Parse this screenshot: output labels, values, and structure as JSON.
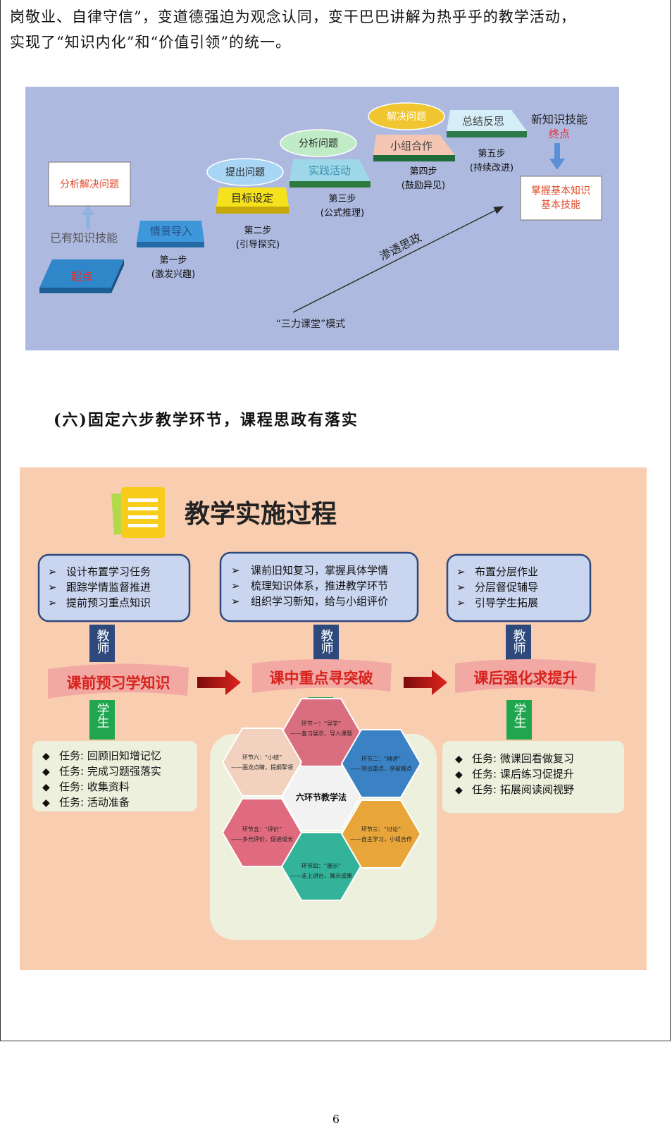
{
  "intro": {
    "line1": "岗敬业、自律守信”，变道德强迫为观念认同，变干巴巴讲解为热乎乎的教学活动，",
    "line2": "实现了“知识内化”和“价值引领”的统一。"
  },
  "model": {
    "start_label": "起点",
    "existing_knowledge": "已有知识技能",
    "analyze_solve": "分析解决问题",
    "step1_box": "情景导入",
    "step1_title": "第一步",
    "step1_sub": "(激发兴趣)",
    "step2_bubble": "提出问题",
    "step2_box": "目标设定",
    "step2_title": "第二步",
    "step2_sub": "(引导探究)",
    "step3_bubble": "分析问题",
    "step3_box": "实践活动",
    "step3_title": "第三步",
    "step3_sub": "(公式推理)",
    "step4_bubble": "解决问题",
    "step4_box": "小组合作",
    "step4_title": "第四步",
    "step4_sub": "(鼓励异见)",
    "step5_box": "总结反思",
    "step5_title": "第五步",
    "step5_sub": "(持续改进)",
    "new_skills": "新知识技能",
    "end_label": "终点",
    "master_line1": "掌握基本知识",
    "master_line2": "基本技能",
    "ideology": "渗透思政",
    "mode_name": "“三力课堂”模式"
  },
  "section_heading": "(六)固定六步教学环节，课程思政有落实",
  "process": {
    "title": "教学实施过程",
    "teacher_label": "教师",
    "student_label": "学生",
    "pre": {
      "banner": "课前预习学知识",
      "teacher_tasks": [
        "设计布置学习任务",
        "跟踪学情监督推进",
        "提前预习重点知识"
      ],
      "student_tasks": [
        "任务: 回顾旧知增记忆",
        "任务: 完成习题强落实",
        "任务: 收集资料",
        "任务: 活动准备"
      ]
    },
    "in": {
      "banner": "课中重点寻突破",
      "teacher_tasks": [
        "课前旧知复习，掌握具体学情",
        "梳理知识体系，推进教学环节",
        "组织学习新知，给与小组评价"
      ]
    },
    "post": {
      "banner": "课后强化求提升",
      "teacher_tasks": [
        "布置分层作业",
        "分层督促辅导",
        "引导学生拓展"
      ],
      "student_tasks": [
        "任务: 微课回看做复习",
        "任务: 课后练习促提升",
        "任务: 拓展阅读阅视野"
      ]
    },
    "hex": {
      "center": "六环节教学法",
      "h1_a": "环节一：“导学”",
      "h1_b": "——复习展示，导入课题",
      "h2_a": "环节二：“精讲”",
      "h2_b": "——突出重点，突破难点",
      "h3_a": "环节三：“讨论”",
      "h3_b": "——自主学习，小组合作",
      "h4_a": "环节四：“展示”",
      "h4_b": "——走上讲台，展示成果",
      "h5_a": "环节五：“评价”",
      "h5_b": "——多元评价，促进成长",
      "h6_a": "环节六：“小结”",
      "h6_b": "——画龙点睛，提纲挈领"
    }
  },
  "page_number": "6",
  "colors": {
    "figure1_bg": "#adb9df",
    "figure2_bg": "#f8cdb0",
    "banner": "#f2a8a3",
    "banner_text": "#d7231e",
    "teacher_box": "#cad5ef",
    "student_box": "#edf0dd",
    "label_teacher": "#2e4a7c",
    "label_student": "#1fa64e"
  }
}
